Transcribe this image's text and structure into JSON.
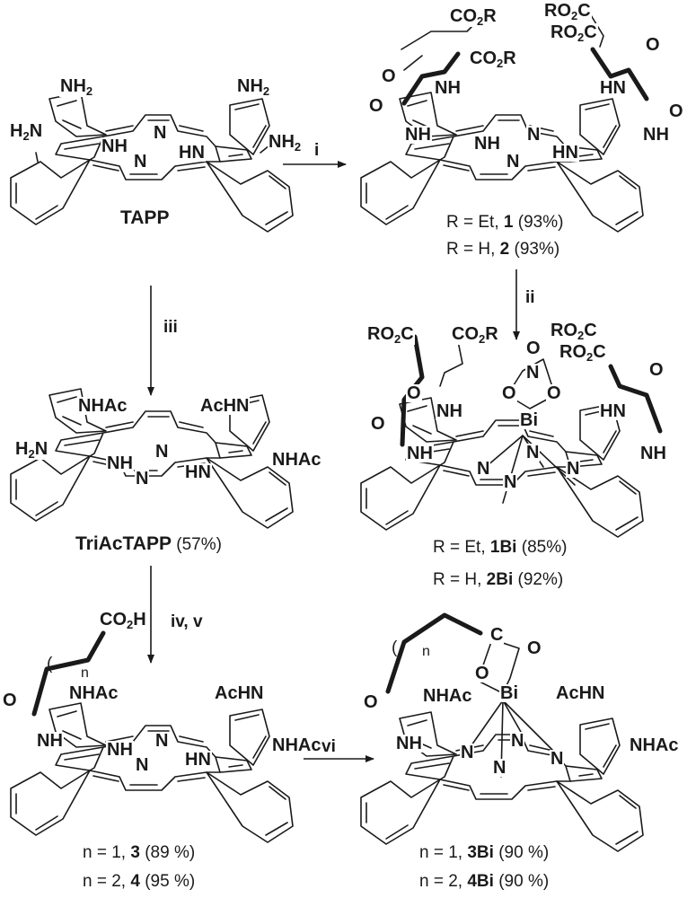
{
  "scheme": {
    "compounds": [
      {
        "id": "TAPP",
        "name": "TAPP",
        "labels": {
          "ul": "NH2",
          "ur": "NH2",
          "l": "H2N",
          "r": "NH2",
          "n_top": "N",
          "nh_l": "NH",
          "n_bot": "N",
          "hn_r": "HN"
        }
      },
      {
        "id": "1-2",
        "labels": {
          "co2r_a": "CO2R",
          "co2r_b": "CO2R",
          "ro2c_a": "RO2C",
          "ro2c_b": "RO2C",
          "o1": "O",
          "o2": "O",
          "o3": "O",
          "o4": "O",
          "nh1": "NH",
          "nh2": "NH",
          "hn1": "HN",
          "nh3": "NH",
          "n_top": "N",
          "nh_l": "NH",
          "n_bot": "N",
          "hn_r": "HN"
        },
        "captions": [
          {
            "prefix": "R = Et, ",
            "bold": "1",
            "suffix": " (93%)"
          },
          {
            "prefix": "R = H,  ",
            "bold": "2",
            "suffix": " (93%)"
          }
        ]
      },
      {
        "id": "TriAcTAPP",
        "name": "TriAcTAPP",
        "yield": " (57%)",
        "labels": {
          "ul": "NHAc",
          "ur": "AcHN",
          "l": "H2N",
          "r": "NHAc",
          "n_top": "N",
          "nh_l": "NH",
          "n_bot": "N",
          "hn_r": "HN"
        }
      },
      {
        "id": "1Bi-2Bi",
        "labels": {
          "ro2c_a": "RO2C",
          "co2r": "CO2R",
          "ro2c_b": "RO2C",
          "ro2c_c": "RO2C",
          "o_top": "O",
          "n_nitrate": "N",
          "o_l": "O",
          "o_r": "O",
          "bi": "Bi",
          "o1": "O",
          "o2": "O",
          "o3": "O",
          "nh1": "NH",
          "nh2": "NH",
          "hn1": "HN",
          "nh3": "NH",
          "n1": "N",
          "n2": "N",
          "n3": "N",
          "n4": "N"
        },
        "captions": [
          {
            "prefix": "R = Et, ",
            "bold": "1Bi",
            "suffix": "  (85%)"
          },
          {
            "prefix": "R = H,  ",
            "bold": "2Bi",
            "suffix": "  (92%)"
          }
        ]
      },
      {
        "id": "3-4",
        "labels": {
          "co2h": "CO2H",
          "n_sub": "n",
          "o": "O",
          "nh": "NH",
          "nhac_l": "NHAc",
          "achn": "AcHN",
          "nhac_r": "NHAc",
          "n_top": "N",
          "nh_l": "NH",
          "n_bot": "N",
          "hn_r": "HN"
        },
        "captions": [
          {
            "prefix": "n = 1, ",
            "bold": "3",
            "suffix": " (89 %)"
          },
          {
            "prefix": "n = 2, ",
            "bold": "4",
            "suffix": " (95 %)"
          }
        ]
      },
      {
        "id": "3Bi-4Bi",
        "labels": {
          "c": "C",
          "n_sub": "n",
          "o_r": "O",
          "o_l": "O",
          "o_amide": "O",
          "bi": "Bi",
          "nh": "NH",
          "nhac_l": "NHAc",
          "achn": "AcHN",
          "nhac_r": "NHAc",
          "n1": "N",
          "n2": "N",
          "n3": "N",
          "n4": "N"
        },
        "captions": [
          {
            "prefix": "n = 1, ",
            "bold": "3Bi",
            "suffix": " (90 %)"
          },
          {
            "prefix": "n = 2, ",
            "bold": "4Bi",
            "suffix": " (90 %)"
          }
        ]
      }
    ],
    "steps": {
      "i": "i",
      "ii": "ii",
      "iii": "iii",
      "iv_v": "iv, v",
      "vi": "vi"
    }
  }
}
